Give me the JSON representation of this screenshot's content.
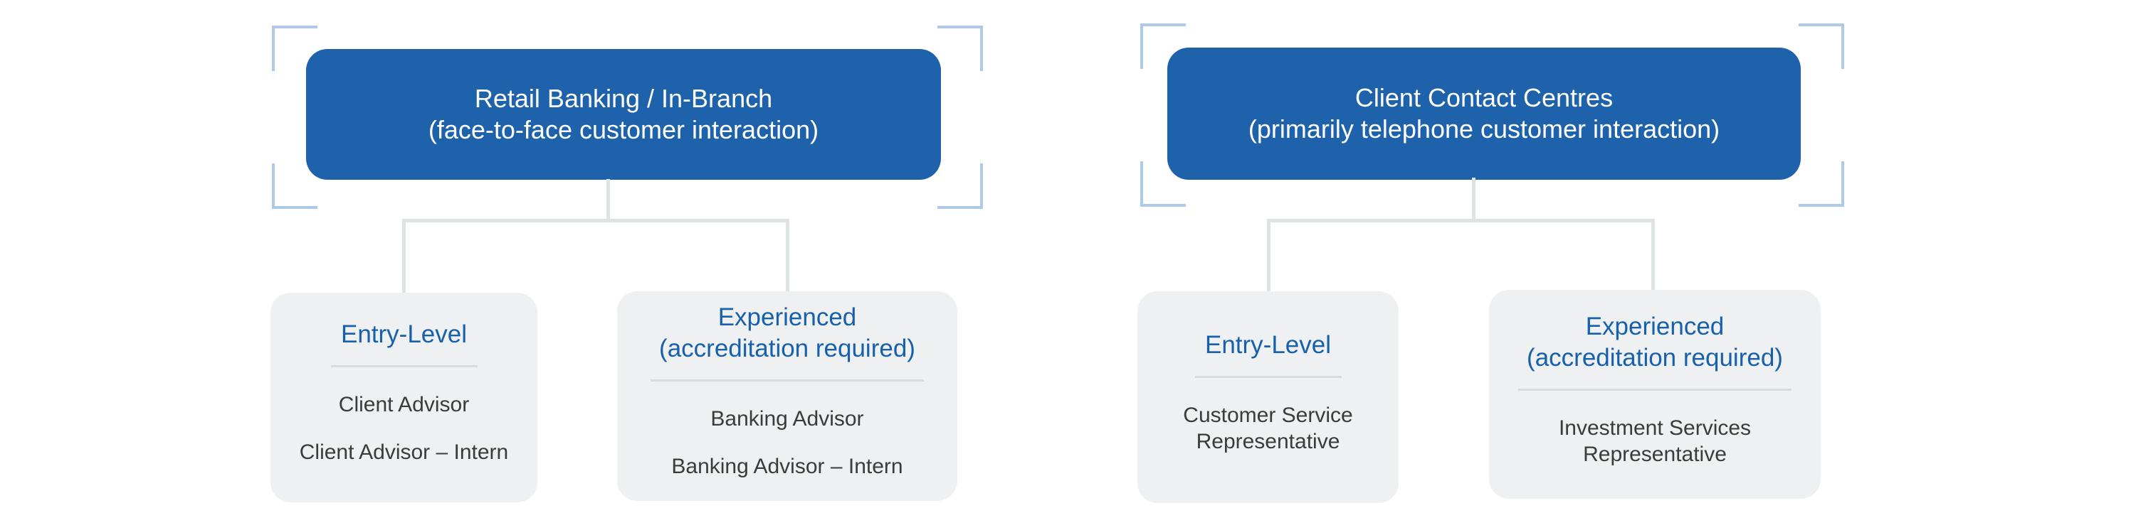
{
  "diagram_type": "career-path-org-chart",
  "colors": {
    "parent_box_fill": "#1e62ac",
    "parent_box_text": "#ffffff",
    "child_box_fill": "#eff0f1",
    "child_title_text": "#1760ac",
    "role_text": "#3b3b3a",
    "divider": "#d7dbdc",
    "connector_line": "#e0e3e6",
    "corner_bracket": "#afc9e8",
    "background": "#ffffff"
  },
  "groups": [
    {
      "name": "retail-banking-in-branch",
      "parent": {
        "line1": "Retail Banking / In-Branch",
        "line2": "(face-to-face customer interaction)"
      },
      "children": [
        {
          "title": [
            "Entry-Level",
            ""
          ],
          "roles": [
            "Client Advisor",
            "Client Advisor – Intern"
          ]
        },
        {
          "title": [
            "Experienced",
            "(accreditation required)"
          ],
          "roles": [
            "Banking Advisor",
            "Banking Advisor – Intern"
          ]
        }
      ]
    },
    {
      "name": "client-contact-centres",
      "parent": {
        "line1": "Client Contact Centres",
        "line2": "(primarily telephone customer interaction)"
      },
      "children": [
        {
          "title": [
            "Entry-Level",
            ""
          ],
          "roles": [
            "Customer Service Representative",
            ""
          ]
        },
        {
          "title": [
            "Experienced",
            "(accreditation required)"
          ],
          "roles": [
            "Investment Services Representative",
            ""
          ]
        }
      ]
    }
  ]
}
